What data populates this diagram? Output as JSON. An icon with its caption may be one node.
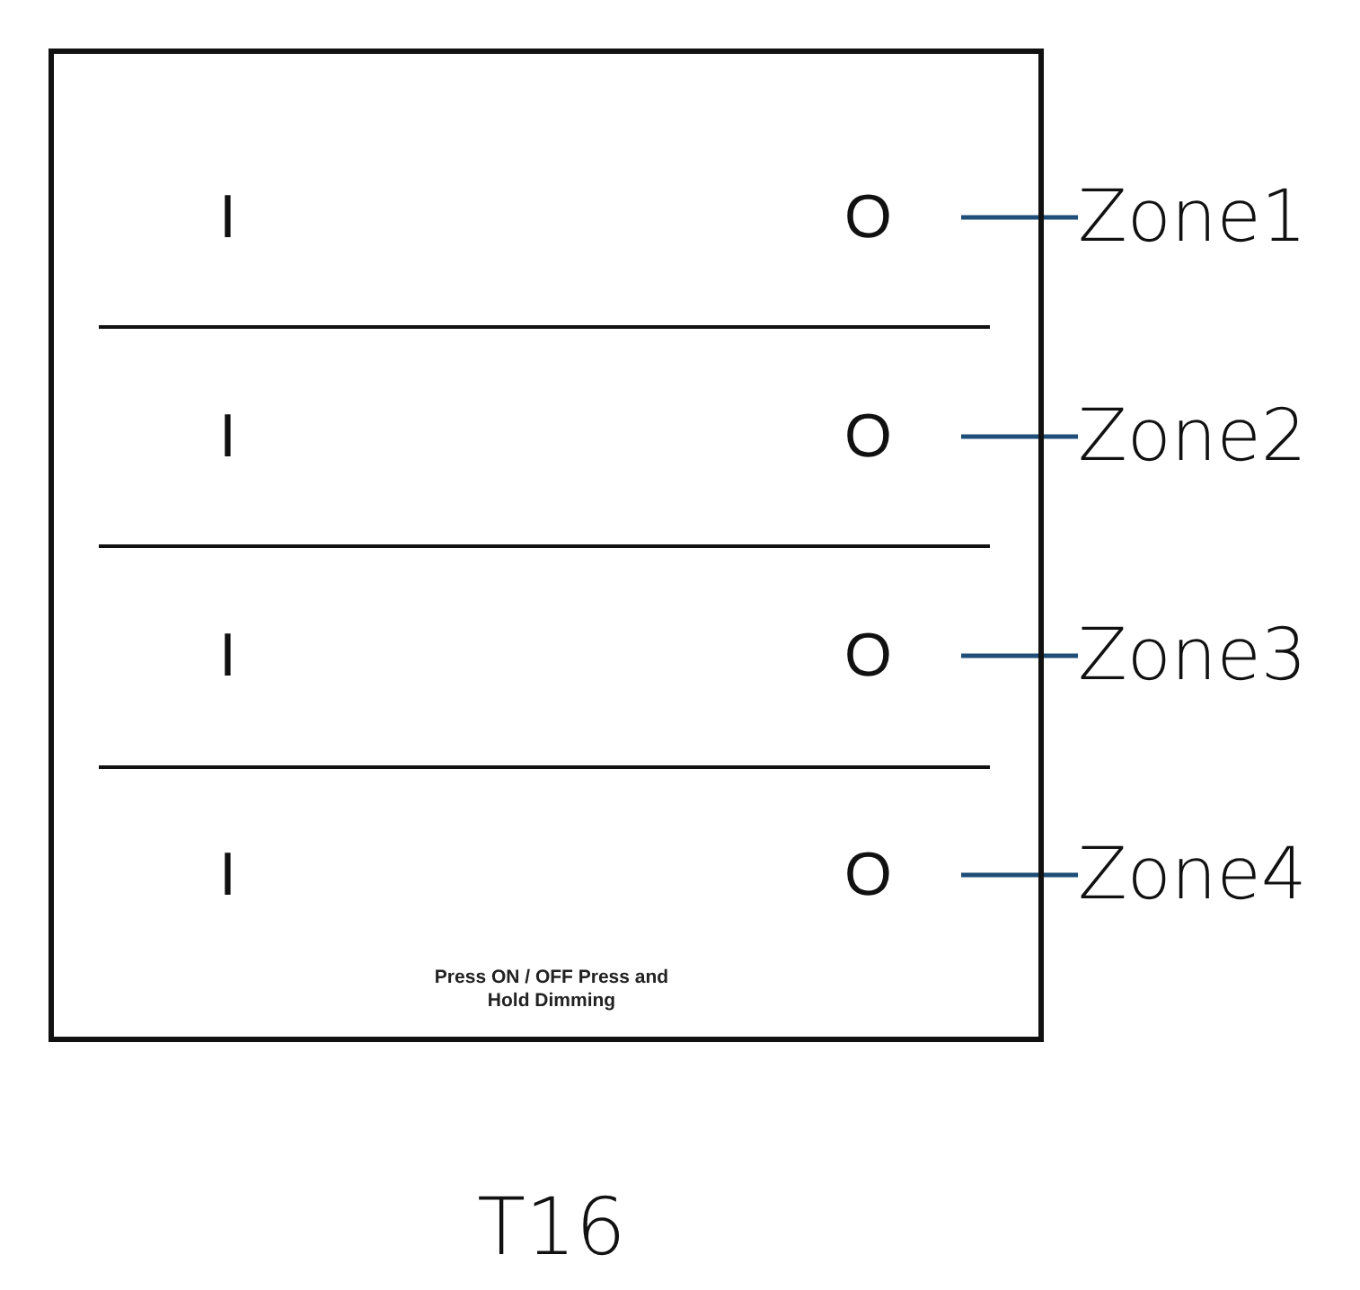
{
  "diagram": {
    "caption": "T16",
    "nodes": [
      {
        "text": [],
        "shape": "box"
      },
      {
        "text": [
          "I",
          "O"
        ],
        "in": 0
      },
      {
        "text": [
          "I",
          "O"
        ],
        "in": 0
      },
      {
        "text": [
          "I",
          "O"
        ],
        "in": 0
      },
      {
        "text": [
          "I",
          "O"
        ],
        "in": 0
      },
      {
        "text": [
          "Zone1"
        ]
      },
      {
        "text": [
          "Zone2"
        ]
      },
      {
        "text": [
          "Zone3"
        ]
      },
      {
        "text": [
          "Zone4"
        ]
      }
    ],
    "edges": [
      {
        "from": 5,
        "to": 1,
        "arrow": "none"
      },
      {
        "from": 6,
        "to": 2,
        "arrow": "none"
      },
      {
        "from": 7,
        "to": 3,
        "arrow": "none"
      },
      {
        "from": 8,
        "to": 4,
        "arrow": "none"
      }
    ],
    "labels": [
      "Press ON / OFF Press and Hold Dimming"
    ]
  }
}
